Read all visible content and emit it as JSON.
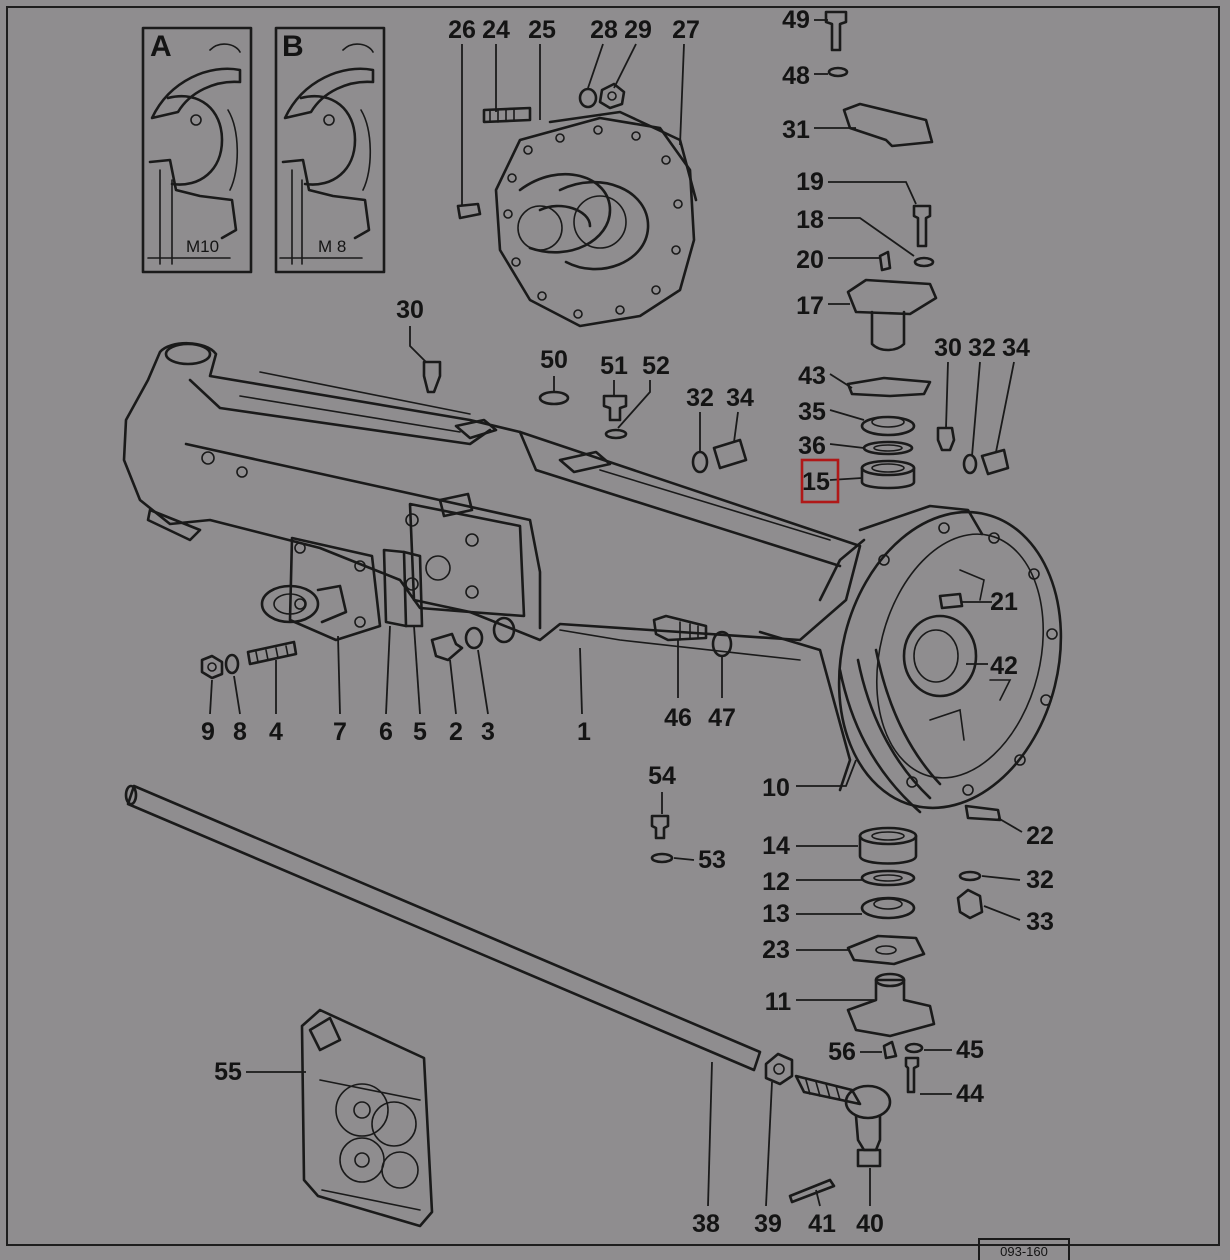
{
  "diagram": {
    "highlight_label": "15",
    "insets": [
      {
        "letter": "A",
        "thread": "M10"
      },
      {
        "letter": "B",
        "thread": "M 8"
      }
    ],
    "drawing_ref": "093-160",
    "callouts": [
      {
        "id": "26"
      },
      {
        "id": "24"
      },
      {
        "id": "25"
      },
      {
        "id": "28"
      },
      {
        "id": "29"
      },
      {
        "id": "27"
      },
      {
        "id": "49"
      },
      {
        "id": "48"
      },
      {
        "id": "31"
      },
      {
        "id": "19"
      },
      {
        "id": "18"
      },
      {
        "id": "20"
      },
      {
        "id": "17"
      },
      {
        "id": "30"
      },
      {
        "id": "50"
      },
      {
        "id": "51"
      },
      {
        "id": "52"
      },
      {
        "id": "32"
      },
      {
        "id": "34"
      },
      {
        "id": "43"
      },
      {
        "id": "35"
      },
      {
        "id": "36"
      },
      {
        "id": "15"
      },
      {
        "id": "30"
      },
      {
        "id": "32"
      },
      {
        "id": "34"
      },
      {
        "id": "21"
      },
      {
        "id": "42"
      },
      {
        "id": "9"
      },
      {
        "id": "8"
      },
      {
        "id": "4"
      },
      {
        "id": "7"
      },
      {
        "id": "6"
      },
      {
        "id": "5"
      },
      {
        "id": "2"
      },
      {
        "id": "3"
      },
      {
        "id": "1"
      },
      {
        "id": "46"
      },
      {
        "id": "47"
      },
      {
        "id": "10"
      },
      {
        "id": "22"
      },
      {
        "id": "54"
      },
      {
        "id": "53"
      },
      {
        "id": "14"
      },
      {
        "id": "12"
      },
      {
        "id": "13"
      },
      {
        "id": "23"
      },
      {
        "id": "11"
      },
      {
        "id": "32"
      },
      {
        "id": "33"
      },
      {
        "id": "56"
      },
      {
        "id": "45"
      },
      {
        "id": "44"
      },
      {
        "id": "55"
      },
      {
        "id": "38"
      },
      {
        "id": "39"
      },
      {
        "id": "41"
      },
      {
        "id": "40"
      }
    ]
  }
}
